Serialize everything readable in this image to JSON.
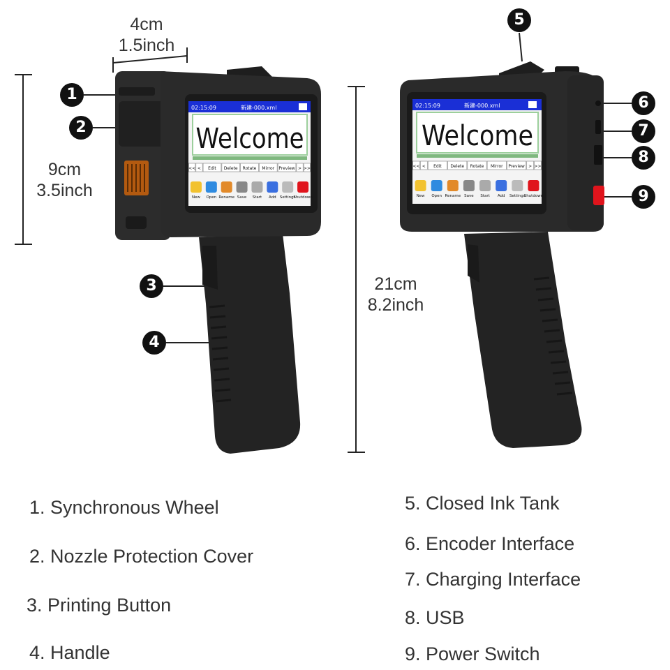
{
  "dimensions": {
    "width_cm": "4cm",
    "width_in": "1.5inch",
    "height_cm": "9cm",
    "height_in": "3.5inch",
    "length_cm": "21cm",
    "length_in": "8.2inch"
  },
  "screen": {
    "time": "02:15:09",
    "filename": "新建-000.xml",
    "message": "Welcome",
    "toolbar": [
      "<<",
      "<",
      "Edit",
      "Delete",
      "Rotate",
      "Mirror",
      "Preview",
      ">",
      ">>"
    ],
    "icons": [
      "New",
      "Open",
      "Rename",
      "Save",
      "Start",
      "Add",
      "Settings",
      "Shutdown"
    ]
  },
  "markers": [
    "1",
    "2",
    "3",
    "4",
    "5",
    "6",
    "7",
    "8",
    "9"
  ],
  "legend": {
    "left": [
      "1. Synchronous Wheel",
      "2. Nozzle Protection Cover",
      "3. Printing Button",
      "4. Handle"
    ],
    "right": [
      "5. Closed Ink Tank",
      "6. Encoder Interface",
      "7. Charging Interface",
      "8. USB",
      "9. Power Switch"
    ]
  },
  "colors": {
    "body": "#2a2a2a",
    "screen_bar": "#1a2fd6",
    "switch": "#e0141c"
  }
}
